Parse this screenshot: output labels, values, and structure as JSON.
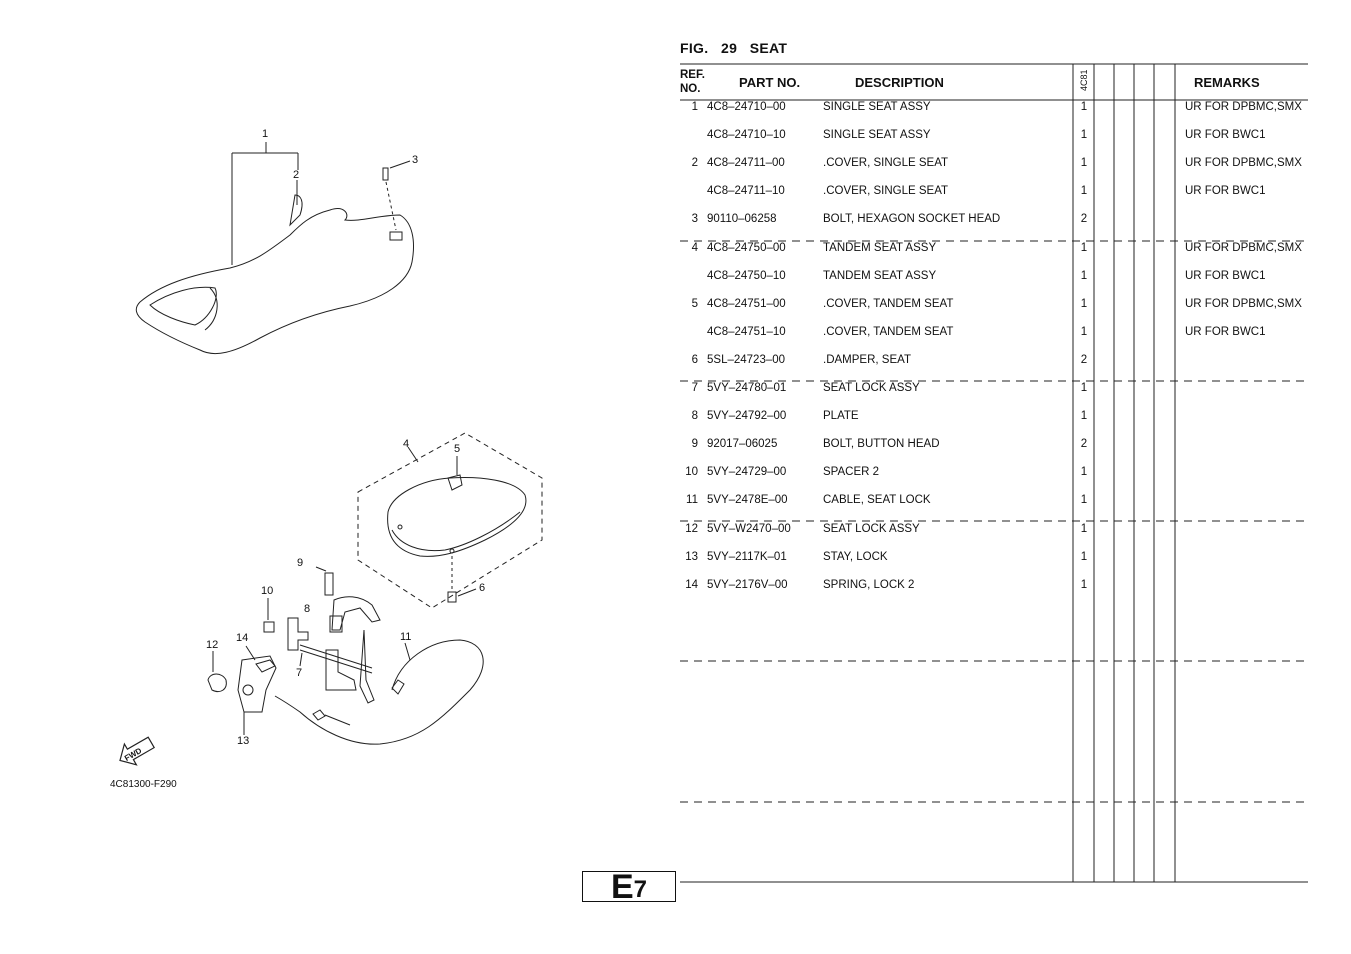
{
  "figure": {
    "title": "FIG.   29   SEAT"
  },
  "table": {
    "headers": {
      "ref": "REF.\nNO.",
      "part_no": "PART NO.",
      "description": "DESCRIPTION",
      "model": "4C81",
      "remarks": "REMARKS"
    },
    "rows": [
      {
        "ref": "1",
        "part": "4C8–24710–00",
        "desc": "SINGLE SEAT ASSY",
        "qty": "1",
        "remarks": "UR FOR DPBMC,SMX"
      },
      {
        "ref": "",
        "part": "4C8–24710–10",
        "desc": "SINGLE SEAT ASSY",
        "qty": "1",
        "remarks": "UR FOR BWC1"
      },
      {
        "ref": "2",
        "part": "4C8–24711–00",
        "desc": ".COVER, SINGLE SEAT",
        "qty": "1",
        "remarks": "UR FOR DPBMC,SMX"
      },
      {
        "ref": "",
        "part": "4C8–24711–10",
        "desc": ".COVER, SINGLE SEAT",
        "qty": "1",
        "remarks": "UR FOR BWC1"
      },
      {
        "ref": "3",
        "part": "90110–06258",
        "desc": "BOLT, HEXAGON SOCKET HEAD",
        "qty": "2",
        "remarks": ""
      },
      {
        "ref": "4",
        "part": "4C8–24750–00",
        "desc": "TANDEM SEAT ASSY",
        "qty": "1",
        "remarks": "UR FOR DPBMC,SMX"
      },
      {
        "ref": "",
        "part": "4C8–24750–10",
        "desc": "TANDEM SEAT ASSY",
        "qty": "1",
        "remarks": "UR FOR BWC1"
      },
      {
        "ref": "5",
        "part": "4C8–24751–00",
        "desc": ".COVER, TANDEM SEAT",
        "qty": "1",
        "remarks": "UR FOR DPBMC,SMX"
      },
      {
        "ref": "",
        "part": "4C8–24751–10",
        "desc": ".COVER, TANDEM SEAT",
        "qty": "1",
        "remarks": "UR FOR BWC1"
      },
      {
        "ref": "6",
        "part": "5SL–24723–00",
        "desc": ".DAMPER, SEAT",
        "qty": "2",
        "remarks": ""
      },
      {
        "ref": "7",
        "part": "5VY–24780–01",
        "desc": "SEAT LOCK ASSY",
        "qty": "1",
        "remarks": ""
      },
      {
        "ref": "8",
        "part": "5VY–24792–00",
        "desc": "PLATE",
        "qty": "1",
        "remarks": ""
      },
      {
        "ref": "9",
        "part": "92017–06025",
        "desc": "BOLT, BUTTON HEAD",
        "qty": "2",
        "remarks": ""
      },
      {
        "ref": "10",
        "part": "5VY–24729–00",
        "desc": "SPACER 2",
        "qty": "1",
        "remarks": ""
      },
      {
        "ref": "11",
        "part": "5VY–2478E–00",
        "desc": "CABLE, SEAT LOCK",
        "qty": "1",
        "remarks": ""
      },
      {
        "ref": "12",
        "part": "5VY–W2470–00",
        "desc": "SEAT LOCK ASSY",
        "qty": "1",
        "remarks": ""
      },
      {
        "ref": "13",
        "part": "5VY–2117K–01",
        "desc": "STAY, LOCK",
        "qty": "1",
        "remarks": ""
      },
      {
        "ref": "14",
        "part": "5VY–2176V–00",
        "desc": "SPRING, LOCK 2",
        "qty": "1",
        "remarks": ""
      }
    ]
  },
  "diagram": {
    "callouts": [
      "1",
      "2",
      "3",
      "4",
      "5",
      "6",
      "7",
      "8",
      "9",
      "10",
      "11",
      "12",
      "13",
      "14"
    ],
    "fwd_label": "FWD",
    "drawing_code": "4C81300-F290"
  },
  "page_code": {
    "letter": "E",
    "number": "7"
  }
}
